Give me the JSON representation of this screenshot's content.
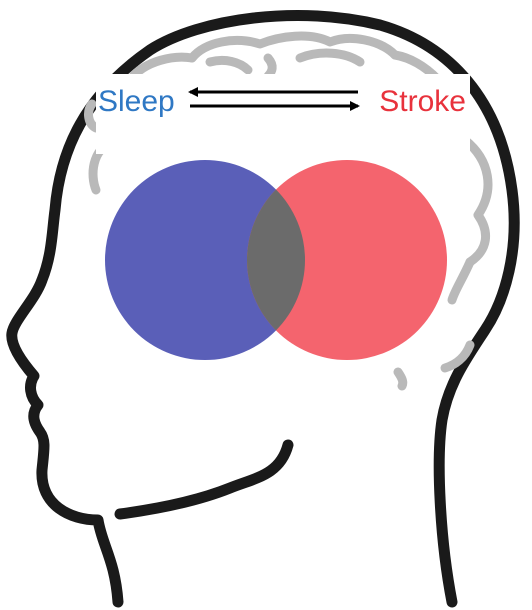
{
  "labels": {
    "left": "Sleep",
    "right": "Stroke"
  },
  "colors": {
    "left_label": "#2f78c4",
    "right_label": "#e8323c",
    "left_circle": "#5a5fb8",
    "right_circle": "#f4646e",
    "overlap": "#6b6b6b",
    "head_outline": "#1a1a1a",
    "brain_outline": "#b9b9b9",
    "arrows": "#000000"
  },
  "arrows": {
    "top": "right-to-left",
    "bottom": "left-to-right"
  },
  "icons": {
    "head": "head-silhouette-icon",
    "brain": "brain-icon"
  }
}
